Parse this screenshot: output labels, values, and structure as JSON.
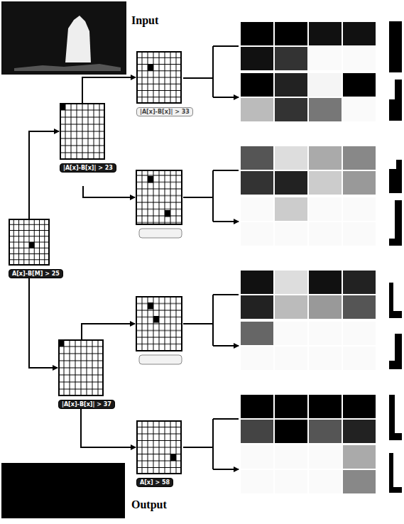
{
  "diagram": {
    "nodes": [
      {
        "text": [
          "A[x]-B[M] > 25"
        ]
      },
      {
        "text": [
          "|A[x]-B[x]| > 23"
        ]
      },
      {
        "text": [
          "|A[x]-B[x]| > 33"
        ]
      },
      {
        "text": [
          "|A[x]-B[x]| > 37"
        ]
      },
      {
        "text": [
          "A[x] > 58"
        ]
      }
    ],
    "edges": [
      {
        "from": 0,
        "to": 1,
        "arrow": "to"
      },
      {
        "from": 0,
        "to": 3,
        "arrow": "to"
      },
      {
        "from": 1,
        "to": 2,
        "arrow": "to"
      },
      {
        "from": 3,
        "to": 4,
        "arrow": "to"
      }
    ],
    "labels": [
      "Input",
      "Output"
    ]
  }
}
